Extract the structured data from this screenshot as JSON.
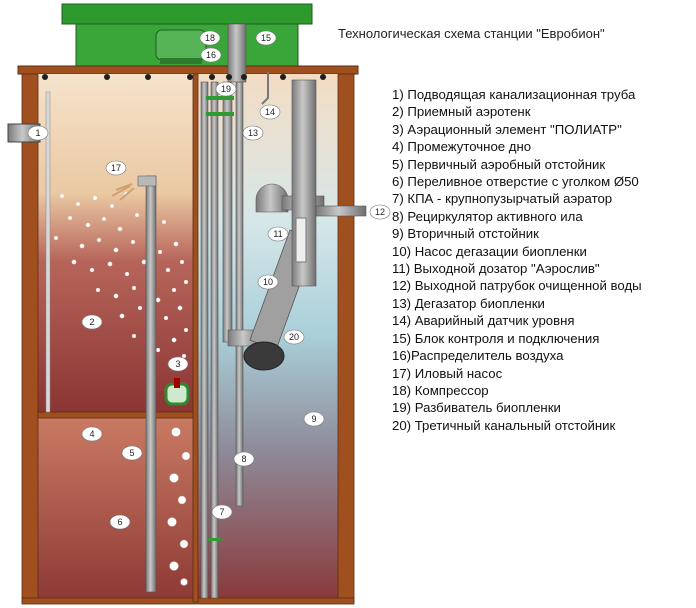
{
  "title": "Технологическая схема станции \"Евробион\"",
  "legend": [
    "1) Подводящая канализационная труба",
    "2) Приемный аэротенк",
    "3) Аэрационный элемент  \"ПОЛИАТР\"",
    "4) Промежуточное дно",
    "5) Первичный аэробный отстойник",
    "6) Переливное отверстие с уголком   Ø50",
    "7) КПА - крупнопузырчатый аэратор",
    "8) Рециркулятор активного ила",
    "9) Вторичный отстойник",
    "10) Насос дегазации биопленки",
    "11) Выходной дозатор \"Аэрослив\"",
    "12) Выходной патрубок очищенной воды",
    "13) Дегазатор биопленки",
    "14) Аварийный датчик уровня",
    "15) Блок контроля и подключения",
    "16)Распределитель воздуха",
    "17) Иловый насос",
    "18) Компрессор",
    "19) Разбиватель биопленки",
    "20) Третичный канальный отстойник"
  ],
  "callouts": [
    "1",
    "2",
    "3",
    "4",
    "5",
    "6",
    "7",
    "8",
    "9",
    "10",
    "11",
    "12",
    "13",
    "14",
    "15",
    "16",
    "17",
    "18",
    "19",
    "20"
  ],
  "colors": {
    "lid_green": "#2e9a2e",
    "wall_brown": "#a0501e",
    "water_blue": "#b9dde6",
    "sludge_red": "#8c3a38",
    "pipe_grey": "#9a9a9a"
  }
}
